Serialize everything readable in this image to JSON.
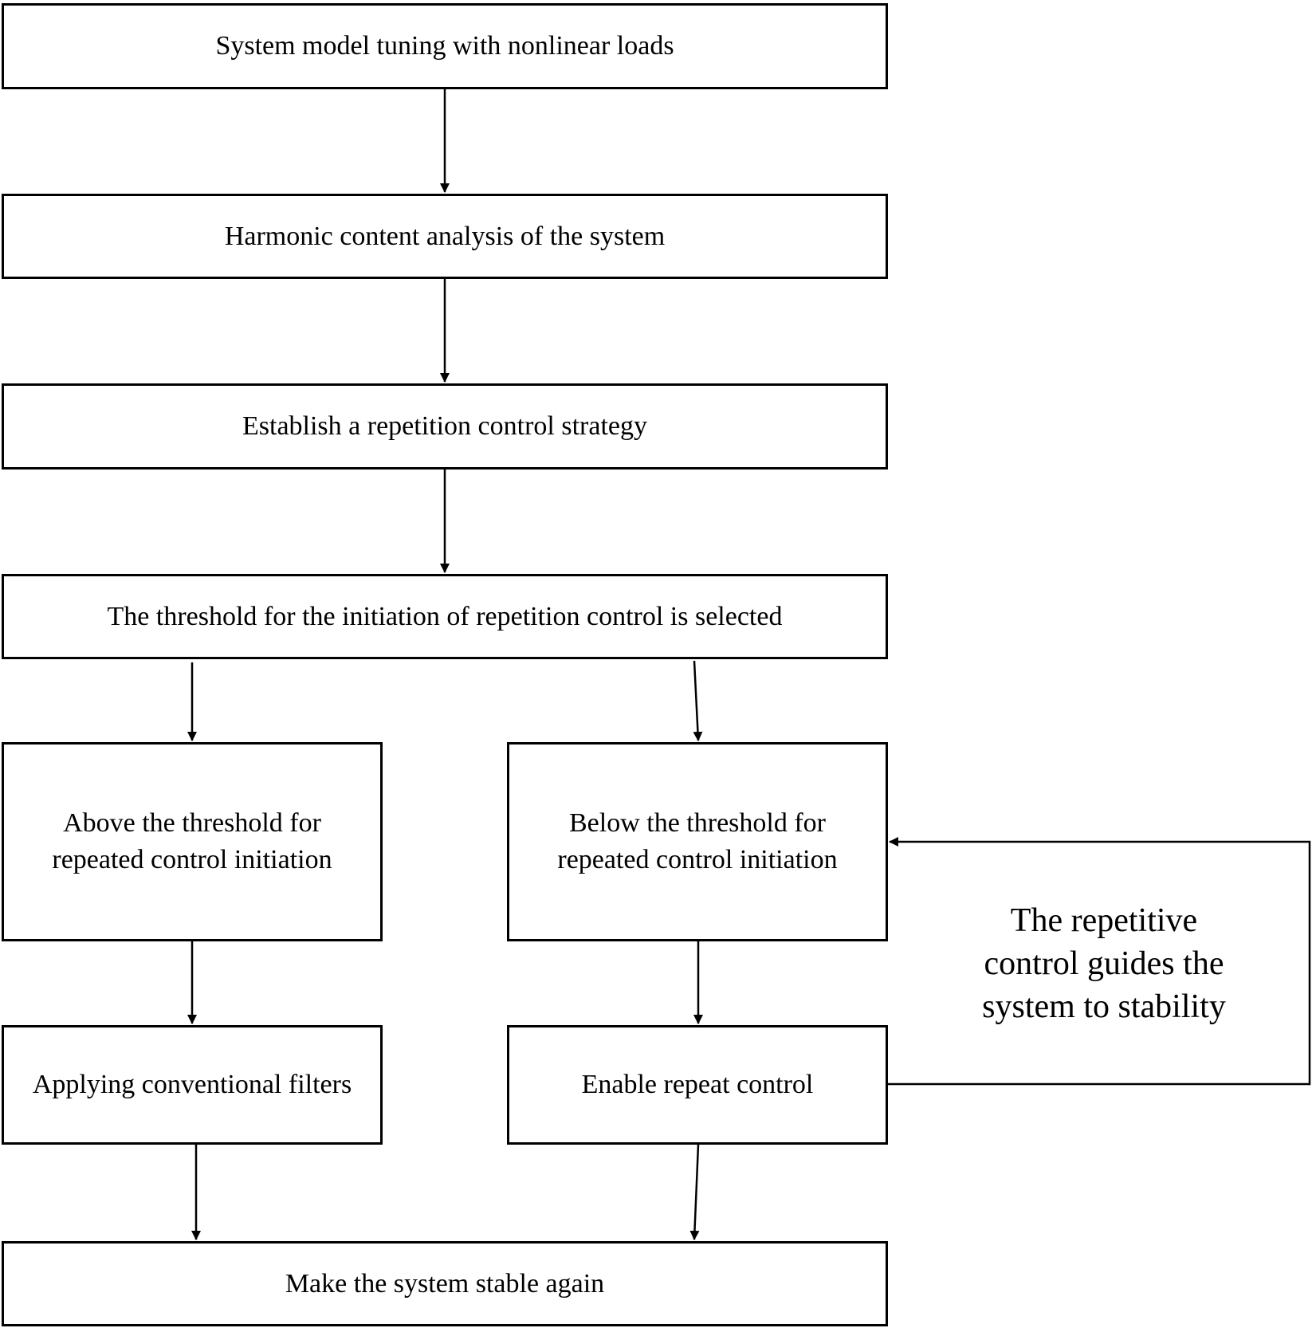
{
  "nodes": {
    "model_tuning": "System model tuning with nonlinear loads",
    "harmonic_analysis": "Harmonic content analysis of the system",
    "establish_strategy": "Establish a repetition control strategy",
    "threshold_selected": "The threshold for the initiation of repetition control is selected",
    "above_threshold": [
      "Above the threshold for",
      "repeated control initiation"
    ],
    "below_threshold": [
      "Below the threshold for",
      "repeated control initiation"
    ],
    "conventional_filters": "Applying conventional filters",
    "enable_repeat": "Enable repeat control",
    "stable_again": "Make the system stable again"
  },
  "feedback_label": [
    "The repetitive",
    "control guides the",
    "system to stability"
  ],
  "colors": {
    "stroke": "#000000",
    "background": "#ffffff"
  }
}
